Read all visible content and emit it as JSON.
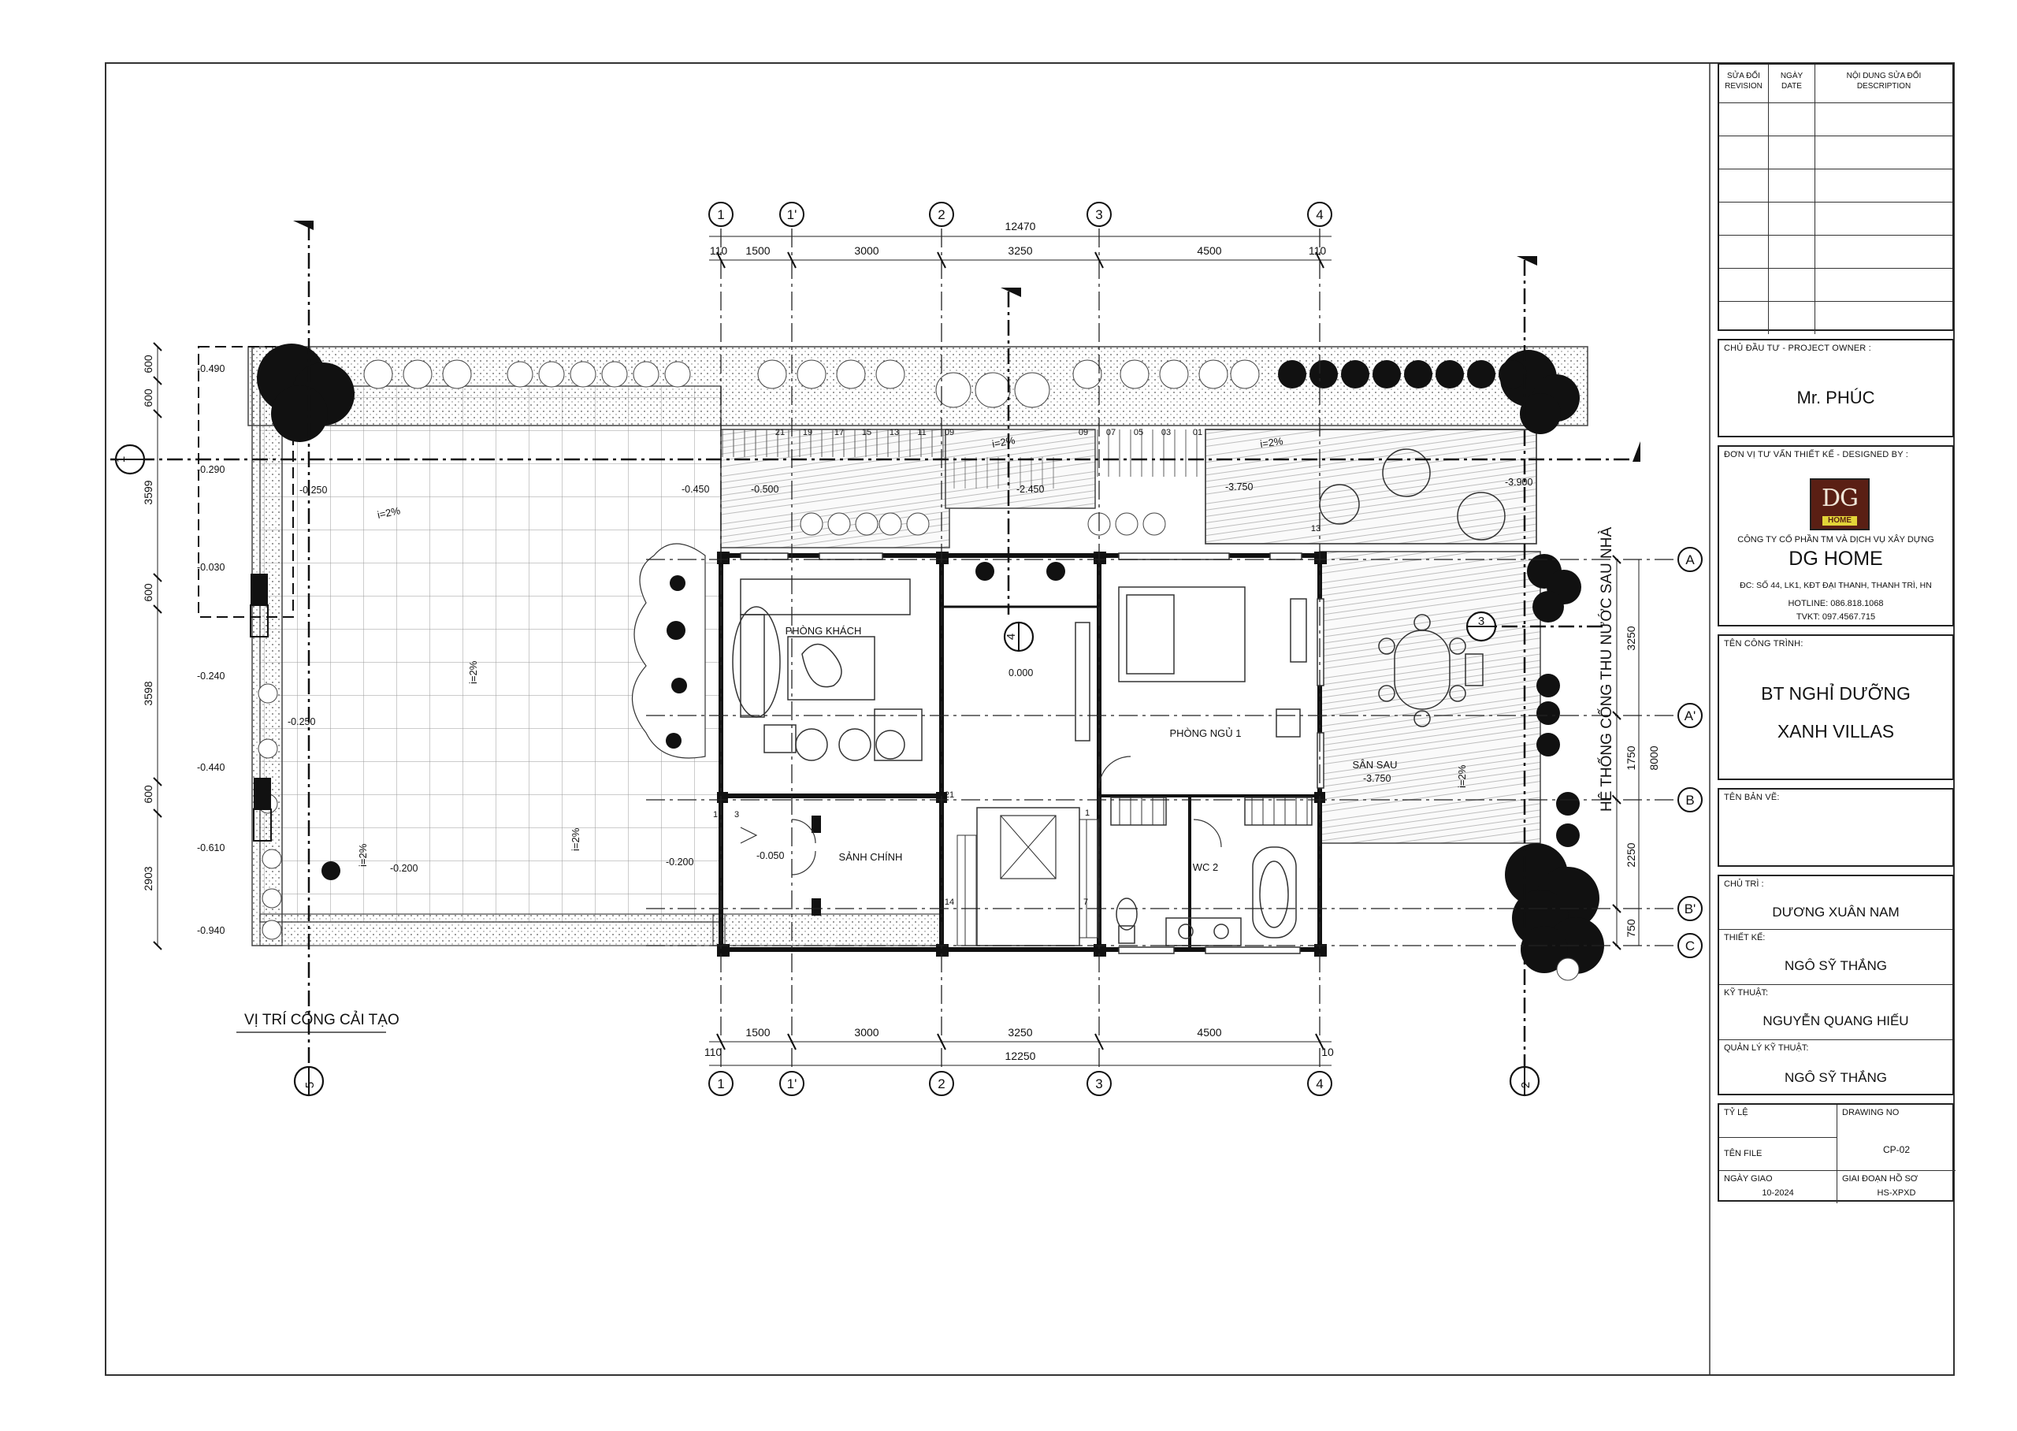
{
  "drawing": {
    "grid_top": [
      "1",
      "1'",
      "2",
      "3",
      "4"
    ],
    "grid_bottom": [
      "1",
      "1'",
      "2",
      "3",
      "4"
    ],
    "grid_right": [
      "A",
      "A'",
      "B",
      "B'",
      "C"
    ],
    "dim_top_total": "12470",
    "dim_top_parts": [
      "110",
      "1500",
      "3000",
      "3250",
      "4500",
      "110"
    ],
    "dim_bottom_total": "12250",
    "dim_bottom_parts": [
      "110",
      "1500",
      "3000",
      "3250",
      "4500",
      "10"
    ],
    "dim_left": [
      "600",
      "600",
      "3599",
      "600",
      "3598",
      "600",
      "2903"
    ],
    "dim_right": [
      "3250",
      "1750",
      "2250",
      "750",
      "8000"
    ],
    "rooms": {
      "living": "PHÒNG KHÁCH",
      "bedroom": "PHÒNG NGỦ 1",
      "lobby": "SẢNH CHÍNH",
      "wc": "WC 2",
      "rear_yard": "SÂN SAU"
    },
    "levels": [
      "-0.490",
      "-0.290",
      "-0.250",
      "-0.030",
      "-0.240",
      "-0.250",
      "-0.440",
      "-0.610",
      "-0.200",
      "-0.940",
      "-0.450",
      "-0.500",
      "-2.450",
      "-3.750",
      "-3.900",
      "0.000",
      "-0.050",
      "-0.200",
      "-3.750"
    ],
    "slopes": [
      "i=2%",
      "i=2%",
      "i=2%",
      "i=2%",
      "i=2%",
      "i=2%",
      "i=2%"
    ],
    "stair_numbers": [
      "21",
      "19",
      "17",
      "15",
      "13",
      "11",
      "09",
      "09",
      "07",
      "05",
      "03",
      "01",
      "13"
    ],
    "stair_main": [
      "1",
      "21",
      "14",
      "7",
      "1",
      "3"
    ],
    "section_markers": [
      "1",
      "2",
      "3",
      "4",
      "5"
    ],
    "gate_note": "VỊ TRÍ CỔNG CẢI TẠO",
    "drain_note": "HỆ THỐNG CỐNG THU NƯỚC SAU NHÀ"
  },
  "titleblock": {
    "rev_head": [
      "SỬA ĐỔI\nREVISION",
      "NGÀY\nDATE",
      "NỘI DUNG SỬA ĐỔI\nDESCRIPTION"
    ],
    "owner_label": "CHỦ ĐẦU TƯ - PROJECT OWNER :",
    "owner": "Mr. PHÚC",
    "designer_label": "ĐƠN VỊ TƯ VẤN THIẾT KẾ - DESIGNED BY :",
    "logo_text": "DG",
    "logo_sub": "HOME",
    "company_line": "CÔNG TY CỔ PHẦN TM VÀ DỊCH VỤ XÂY DỰNG",
    "company_name": "DG HOME",
    "address": "ĐC: SỐ 44, LK1, KĐT ĐẠI THANH, THANH TRÌ, HN",
    "hotline": "HOTLINE: 086.818.1068",
    "tvkt": "TVKT: 097.4567.715",
    "project_label": "TÊN CÔNG TRÌNH:",
    "project_line1": "BT NGHỈ DƯỠNG",
    "project_line2": "XANH VILLAS",
    "drawing_name_label": "TÊN BẢN VẼ:",
    "chief_label": "CHỦ TRÌ :",
    "chief": "DƯƠNG XUÂN NAM",
    "design_label": "THIẾT KẾ:",
    "design": "NGÔ SỸ THẮNG",
    "tech_label": "KỸ THUẬT:",
    "tech": "NGUYỄN QUANG HIẾU",
    "qa_label": "QUẢN LÝ KỸ THUẬT:",
    "qa": "NGÔ SỸ THẮNG",
    "scale_label": "TỶ LỆ",
    "drawing_no_label": "DRAWING NO",
    "file_label": "TÊN FILE",
    "drawing_no": "CP-02",
    "date_label": "NGÀY GIAO",
    "date": "10-2024",
    "phase_label": "GIAI ĐOẠN HỒ SƠ",
    "phase": "HS-XPXD"
  }
}
